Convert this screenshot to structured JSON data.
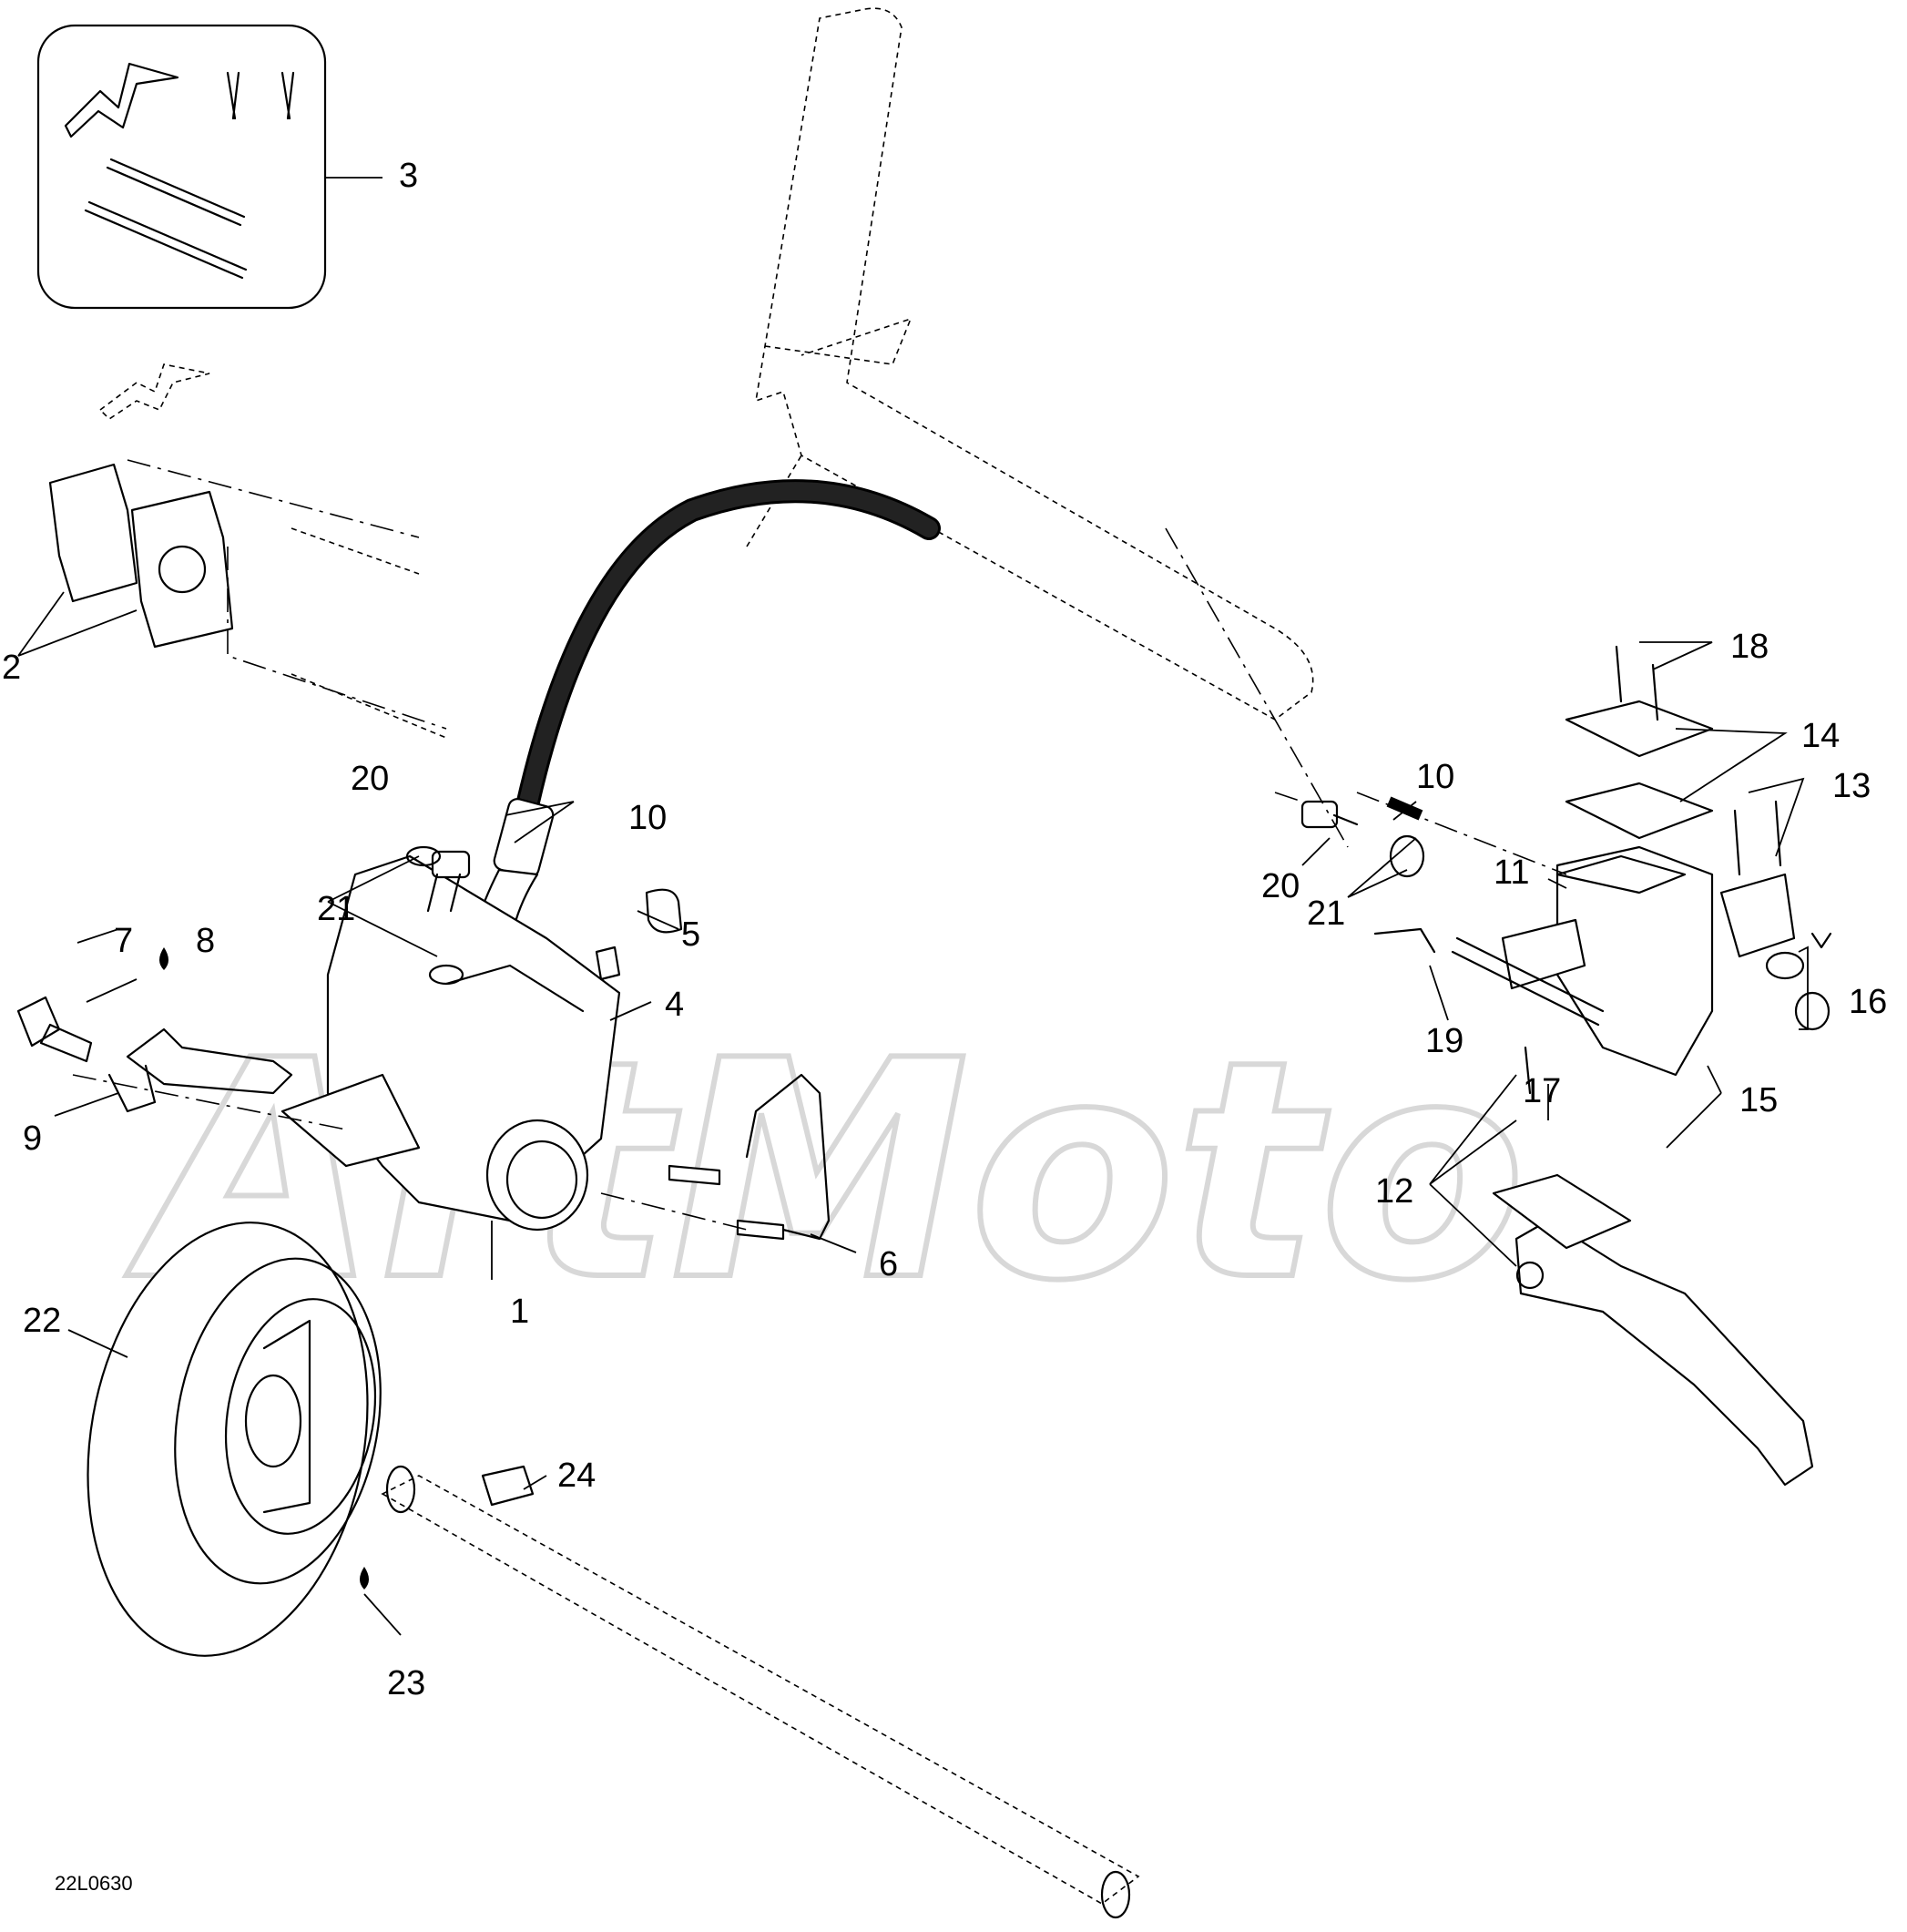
{
  "drawing_code": "22L0630",
  "watermark": "ArtMoto",
  "callouts": [
    {
      "id": "1",
      "text": "1"
    },
    {
      "id": "2",
      "text": "2"
    },
    {
      "id": "3",
      "text": "3"
    },
    {
      "id": "4",
      "text": "4"
    },
    {
      "id": "5",
      "text": "5"
    },
    {
      "id": "6",
      "text": "6"
    },
    {
      "id": "7",
      "text": "7"
    },
    {
      "id": "8",
      "text": "8"
    },
    {
      "id": "9",
      "text": "9"
    },
    {
      "id": "10a",
      "text": "10"
    },
    {
      "id": "10b",
      "text": "10"
    },
    {
      "id": "11",
      "text": "11"
    },
    {
      "id": "12",
      "text": "12"
    },
    {
      "id": "13",
      "text": "13"
    },
    {
      "id": "14",
      "text": "14"
    },
    {
      "id": "15",
      "text": "15"
    },
    {
      "id": "16",
      "text": "16"
    },
    {
      "id": "17",
      "text": "17"
    },
    {
      "id": "18",
      "text": "18"
    },
    {
      "id": "19",
      "text": "19"
    },
    {
      "id": "20a",
      "text": "20"
    },
    {
      "id": "20b",
      "text": "20"
    },
    {
      "id": "21a",
      "text": "21"
    },
    {
      "id": "21b",
      "text": "21"
    },
    {
      "id": "22",
      "text": "22"
    },
    {
      "id": "23",
      "text": "23"
    },
    {
      "id": "24",
      "text": "24"
    }
  ]
}
